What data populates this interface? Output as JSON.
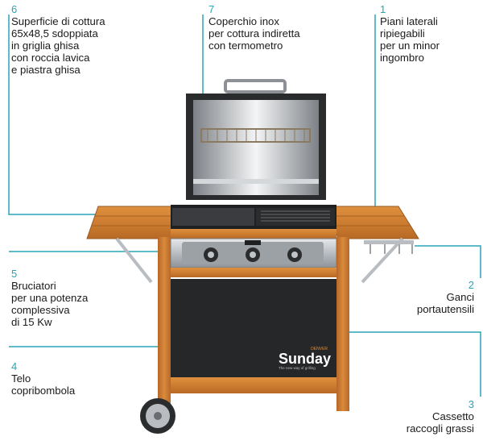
{
  "callouts": [
    {
      "number": "6",
      "lines": [
        "Superficie di cottura",
        "65x48,5 sdoppiata",
        "in griglia ghisa",
        "con roccia lavica",
        "e piastra ghisa"
      ]
    },
    {
      "number": "7",
      "lines": [
        "Coperchio inox",
        "per cottura indiretta",
        "con termometro"
      ]
    },
    {
      "number": "1",
      "lines": [
        "Piani laterali",
        "ripiegabili",
        "per un minor",
        "ingombro"
      ]
    },
    {
      "number": "5",
      "lines": [
        "Bruciatori",
        "per una potenza",
        "complessiva",
        "di 15 Kw"
      ]
    },
    {
      "number": "2",
      "lines": [
        "Ganci",
        "portautensili"
      ]
    },
    {
      "number": "4",
      "lines": [
        "Telo",
        "copribombola"
      ]
    },
    {
      "number": "3",
      "lines": [
        "Cassetto",
        "raccogli grassi"
      ]
    }
  ],
  "brand": {
    "name": "Sunday",
    "tagline": "The new way of grilling",
    "badge": "DENVER"
  },
  "colors": {
    "accent": "#2aa3b8",
    "wood": "#c8772e",
    "wood_dark": "#9a5a20",
    "steel": "#c9cdd1",
    "cover": "#222"
  }
}
